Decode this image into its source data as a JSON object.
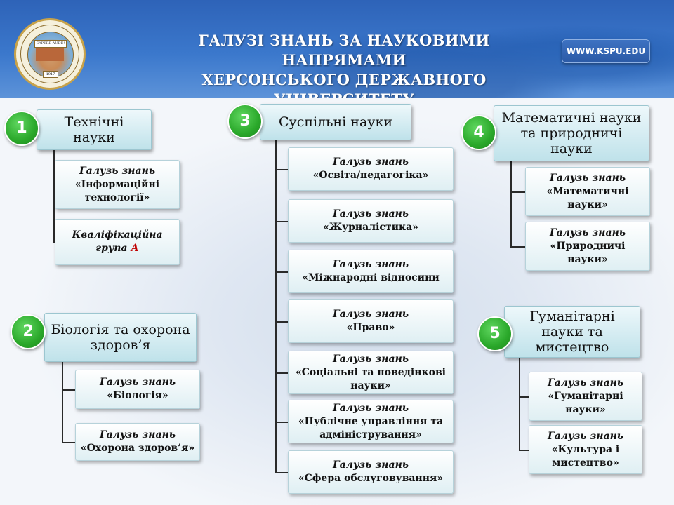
{
  "header": {
    "title_line1": "ГАЛУЗІ ЗНАНЬ ЗА НАУКОВИМИ НАПРЯМАМИ",
    "title_line2": "ХЕРСОНСЬКОГО ДЕРЖАВНОГО УНІВЕРСИТЕТУ",
    "url": "WWW.KSPU.EDU",
    "logo": {
      "motto": "SAPERE AUDE!",
      "year": "1917"
    }
  },
  "colors": {
    "header": "#3b78cc",
    "number_circle": "#2aa82a",
    "accent_red": "#c00000"
  },
  "groups": [
    {
      "number": "1",
      "title_lines": [
        "Технічні",
        "науки"
      ],
      "items": [
        {
          "prefix": "Галузь знань",
          "lines": [
            "«Інформаційні",
            "технології»"
          ]
        },
        {
          "prefix": "",
          "lines": [
            "Кваліфікаційна",
            "група"
          ],
          "suffix": "А"
        }
      ]
    },
    {
      "number": "2",
      "title_lines": [
        "Біологія та охорона",
        "здоров’я"
      ],
      "items": [
        {
          "prefix": "Галузь знань",
          "lines": [
            "«Біологія»"
          ]
        },
        {
          "prefix": "Галузь знань",
          "lines": [
            "«Охорона здоров’я»"
          ]
        }
      ]
    },
    {
      "number": "3",
      "title_lines": [
        "Суспільні науки"
      ],
      "items": [
        {
          "prefix": "Галузь знань",
          "lines": [
            "«Освіта/педагогіка»"
          ]
        },
        {
          "prefix": "Галузь знань",
          "lines": [
            "«Журналістика»"
          ]
        },
        {
          "prefix": "Галузь знань",
          "lines": [
            "«Міжнародні відносини"
          ]
        },
        {
          "prefix": "Галузь знань",
          "lines": [
            "«Право»"
          ]
        },
        {
          "prefix": "Галузь знань",
          "lines": [
            "«Соціальні та поведінкові",
            "науки»"
          ]
        },
        {
          "prefix": "Галузь знань",
          "lines": [
            "«Публічне управління та",
            "адміністрування»"
          ]
        },
        {
          "prefix": "Галузь знань",
          "lines": [
            "«Сфера обслуговування»"
          ]
        }
      ]
    },
    {
      "number": "4",
      "title_lines": [
        "Математичні науки",
        "та природничі",
        "науки"
      ],
      "items": [
        {
          "prefix": "Галузь знань",
          "lines": [
            "«Математичні",
            "науки»"
          ]
        },
        {
          "prefix": "Галузь знань",
          "lines": [
            "«Природничі",
            "науки»"
          ]
        }
      ]
    },
    {
      "number": "5",
      "title_lines": [
        "Гуманітарні",
        "науки та",
        "мистецтво"
      ],
      "items": [
        {
          "prefix": "Галузь знань",
          "lines": [
            "«Гуманітарні",
            "науки»"
          ]
        },
        {
          "prefix": "Галузь знань",
          "lines": [
            "«Культура і",
            "мистецтво»"
          ]
        }
      ]
    }
  ]
}
